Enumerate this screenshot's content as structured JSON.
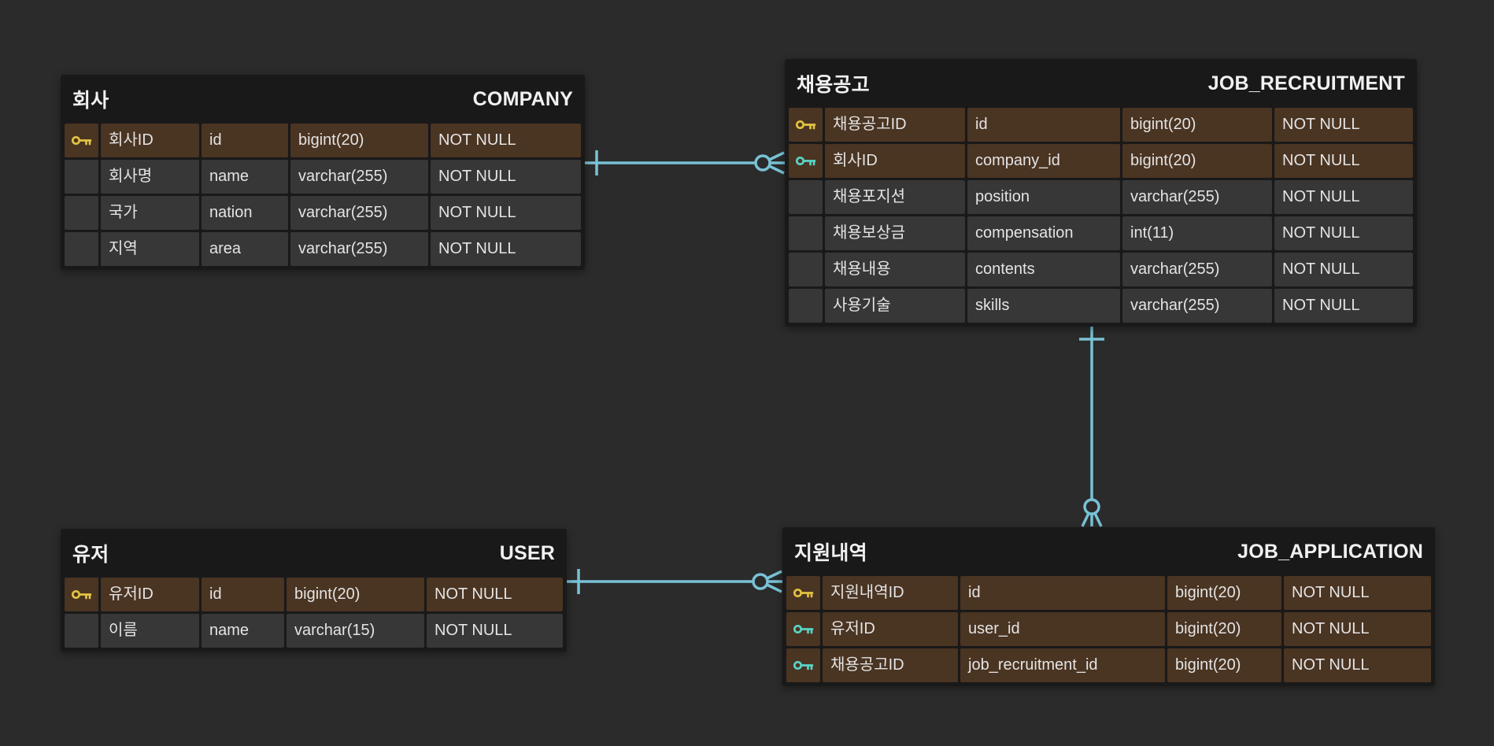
{
  "canvas": {
    "background": "#2b2b2b",
    "relationship_line_color": "#79c2d6",
    "primary_key_color": "#e3c342",
    "foreign_key_color": "#58d5c6",
    "key_row_color": "#4a3422"
  },
  "tables": [
    {
      "id": "company",
      "logical_name": "회사",
      "physical_name": "COMPANY",
      "columns": [
        {
          "key": "pk",
          "logical": "회사ID",
          "physical": "id",
          "type": "bigint(20)",
          "constraint": "NOT NULL"
        },
        {
          "key": "",
          "logical": "회사명",
          "physical": "name",
          "type": "varchar(255)",
          "constraint": "NOT NULL"
        },
        {
          "key": "",
          "logical": "국가",
          "physical": "nation",
          "type": "varchar(255)",
          "constraint": "NOT NULL"
        },
        {
          "key": "",
          "logical": "지역",
          "physical": "area",
          "type": "varchar(255)",
          "constraint": "NOT NULL"
        }
      ]
    },
    {
      "id": "job_recruitment",
      "logical_name": "채용공고",
      "physical_name": "JOB_RECRUITMENT",
      "columns": [
        {
          "key": "pk",
          "logical": "채용공고ID",
          "physical": "id",
          "type": "bigint(20)",
          "constraint": "NOT NULL"
        },
        {
          "key": "fk",
          "logical": "회사ID",
          "physical": "company_id",
          "type": "bigint(20)",
          "constraint": "NOT NULL"
        },
        {
          "key": "",
          "logical": "채용포지션",
          "physical": "position",
          "type": "varchar(255)",
          "constraint": "NOT NULL"
        },
        {
          "key": "",
          "logical": "채용보상금",
          "physical": "compensation",
          "type": "int(11)",
          "constraint": "NOT NULL"
        },
        {
          "key": "",
          "logical": "채용내용",
          "physical": "contents",
          "type": "varchar(255)",
          "constraint": "NOT NULL"
        },
        {
          "key": "",
          "logical": "사용기술",
          "physical": "skills",
          "type": "varchar(255)",
          "constraint": "NOT NULL"
        }
      ]
    },
    {
      "id": "user",
      "logical_name": "유저",
      "physical_name": "USER",
      "columns": [
        {
          "key": "pk",
          "logical": "유저ID",
          "physical": "id",
          "type": "bigint(20)",
          "constraint": "NOT NULL"
        },
        {
          "key": "",
          "logical": "이름",
          "physical": "name",
          "type": "varchar(15)",
          "constraint": "NOT NULL"
        }
      ]
    },
    {
      "id": "job_application",
      "logical_name": "지원내역",
      "physical_name": "JOB_APPLICATION",
      "columns": [
        {
          "key": "pk",
          "logical": "지원내역ID",
          "physical": "id",
          "type": "bigint(20)",
          "constraint": "NOT NULL"
        },
        {
          "key": "fk",
          "logical": "유저ID",
          "physical": "user_id",
          "type": "bigint(20)",
          "constraint": "NOT NULL"
        },
        {
          "key": "fk",
          "logical": "채용공고ID",
          "physical": "job_recruitment_id",
          "type": "bigint(20)",
          "constraint": "NOT NULL"
        }
      ]
    }
  ],
  "relationships": [
    {
      "from_table": "COMPANY",
      "to_table": "JOB_RECRUITMENT",
      "cardinality": "one-to-zero-or-many"
    },
    {
      "from_table": "USER",
      "to_table": "JOB_APPLICATION",
      "cardinality": "one-to-zero-or-many"
    },
    {
      "from_table": "JOB_RECRUITMENT",
      "to_table": "JOB_APPLICATION",
      "cardinality": "one-to-zero-or-many"
    }
  ]
}
